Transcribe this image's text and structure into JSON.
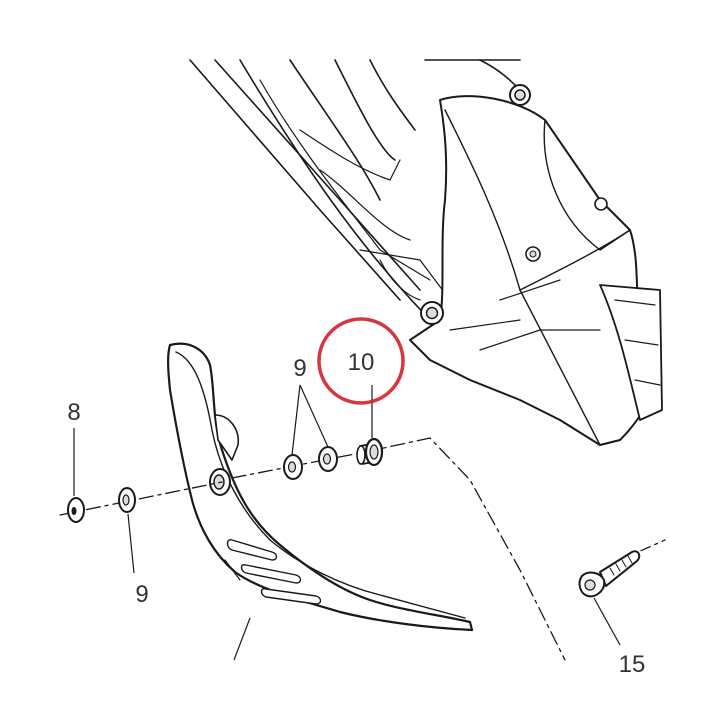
{
  "callouts": [
    {
      "id": "c8",
      "text": "8"
    },
    {
      "id": "c9a",
      "text": "9"
    },
    {
      "id": "c9b",
      "text": "9"
    },
    {
      "id": "c10",
      "text": "10"
    },
    {
      "id": "c15",
      "text": "15"
    }
  ],
  "highlight": {
    "part": "10",
    "color": "#d0202a"
  }
}
